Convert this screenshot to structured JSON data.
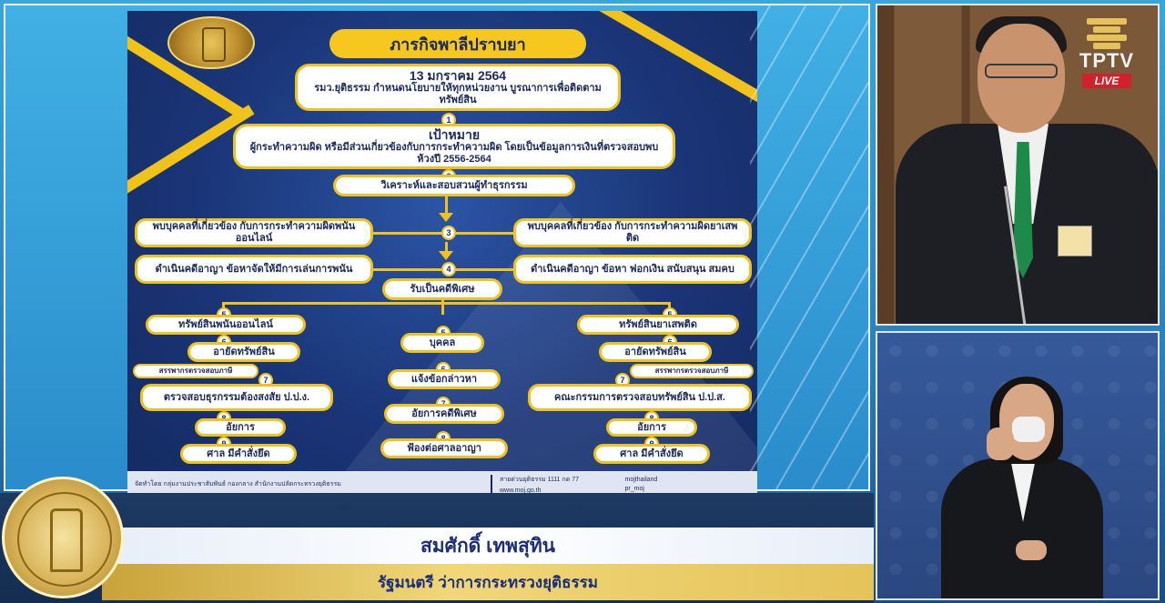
{
  "broadcast": {
    "channel_name": "TPTV",
    "live_label": "LIVE"
  },
  "lower_third": {
    "speaker_name": "สมศักดิ์ เทพสุทิน",
    "speaker_position": "รัฐมนตรี ว่าการกระทรวงยุติธรรม"
  },
  "slide": {
    "title": "ภารกิจพาลีปราบยา",
    "date": "13 มกราคม 2564",
    "intro": "รมว.ยุติธรรม กำหนดนโยบายให้ทุกหน่วยงาน บูรณาการเพื่อติดตามทรัพย์สิน",
    "target_heading": "เป้าหมาย",
    "target_body": "ผู้กระทำความผิด หรือมีส่วนเกี่ยวข้องกับการกระทำความผิด โดยเป็นข้อมูลการเงินที่ตรวจสอบพบห้วงปี 2556-2564",
    "step_analyze": "วิเคราะห์และสอบสวนผู้ทำธุรกรรม",
    "left_found": "พบบุคคลที่เกี่ยวข้อง กับการกระทำความผิดพนันออนไลน์",
    "right_found": "พบบุคคลที่เกี่ยวข้อง กับการกระทำความผิดยาเสพติด",
    "left_case": "ดำเนินคดีอาญา ข้อหาจัดให้มีการเล่นการพนัน",
    "right_case": "ดำเนินคดีอาญา ข้อหา ฟอกเงิน สนับสนุน สมคบ",
    "special_case": "รับเป็นคดีพิเศษ",
    "left_branch": [
      "ทรัพย์สินพนันออนไลน์",
      "อายัดทรัพย์สิน",
      "สรรพากรตรวจสอบภาษี",
      "ตรวจสอบธุรกรรมต้องสงสัย ป.ป.ง.",
      "อัยการ",
      "ศาล มีคำสั่งยึด"
    ],
    "center_branch": [
      "บุคคล",
      "แจ้งข้อกล่าวหา",
      "อัยการคดีพิเศษ",
      "ฟ้องต่อศาลอาญา"
    ],
    "right_branch": [
      "ทรัพย์สินยาเสพติด",
      "อายัดทรัพย์สิน",
      "สรรพากรตรวจสอบภาษี",
      "คณะกรรมการตรวจสอบทรัพย์สิน ป.ป.ส.",
      "อัยการ",
      "ศาล มีคำสั่งยึด"
    ],
    "numbers": [
      "1",
      "2",
      "3",
      "4",
      "5",
      "6",
      "7",
      "8",
      "9"
    ],
    "footer": {
      "credit": "จัดทำโดย กลุ่มงานประชาสัมพันธ์ กองกลาง สำนักงานปลัดกระทรวงยุติธรรม",
      "hotline": "สายด่วนยุติธรรม 1111 กด 77",
      "website": "www.moj.go.th",
      "facebook": "mojthailand",
      "line": "pr_moj"
    }
  },
  "colors": {
    "accent_gold": "#f2c21c",
    "slide_navy": "#1a3577",
    "live_red": "#d2212c",
    "name_text": "#1c2d7a"
  }
}
